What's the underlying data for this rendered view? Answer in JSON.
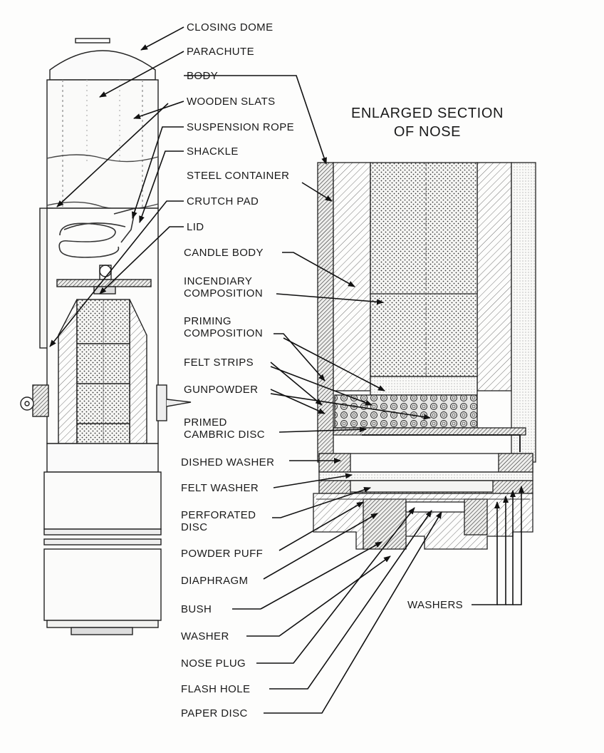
{
  "diagram": {
    "section_title": [
      "ENLARGED SECTION",
      "OF NOSE"
    ],
    "labels": {
      "closing_dome": "CLOSING DOME",
      "parachute": "PARACHUTE",
      "body": "BODY",
      "wooden_slats": "WOODEN SLATS",
      "suspension_rope": "SUSPENSION ROPE",
      "shackle": "SHACKLE",
      "steel_container": "STEEL CONTAINER",
      "crutch_pad": "CRUTCH PAD",
      "lid": "LID",
      "candle_body": "CANDLE BODY",
      "incendiary_composition": [
        "INCENDIARY",
        "COMPOSITION"
      ],
      "priming_composition": [
        "PRIMING",
        "COMPOSITION"
      ],
      "felt_strips": "FELT STRIPS",
      "gunpowder": "GUNPOWDER",
      "primed_cambric_disc": [
        "PRIMED",
        "CAMBRIC DISC"
      ],
      "dished_washer": "DISHED WASHER",
      "felt_washer": "FELT WASHER",
      "perforated_disc": [
        "PERFORATED",
        "DISC"
      ],
      "powder_puff": "POWDER PUFF",
      "diaphragm": "DIAPHRAGM",
      "bush": "BUSH",
      "washer": "WASHER",
      "nose_plug": "NOSE PLUG",
      "flash_hole": "FLASH HOLE",
      "paper_disc": "PAPER DISC",
      "washers": "WASHERS"
    }
  }
}
